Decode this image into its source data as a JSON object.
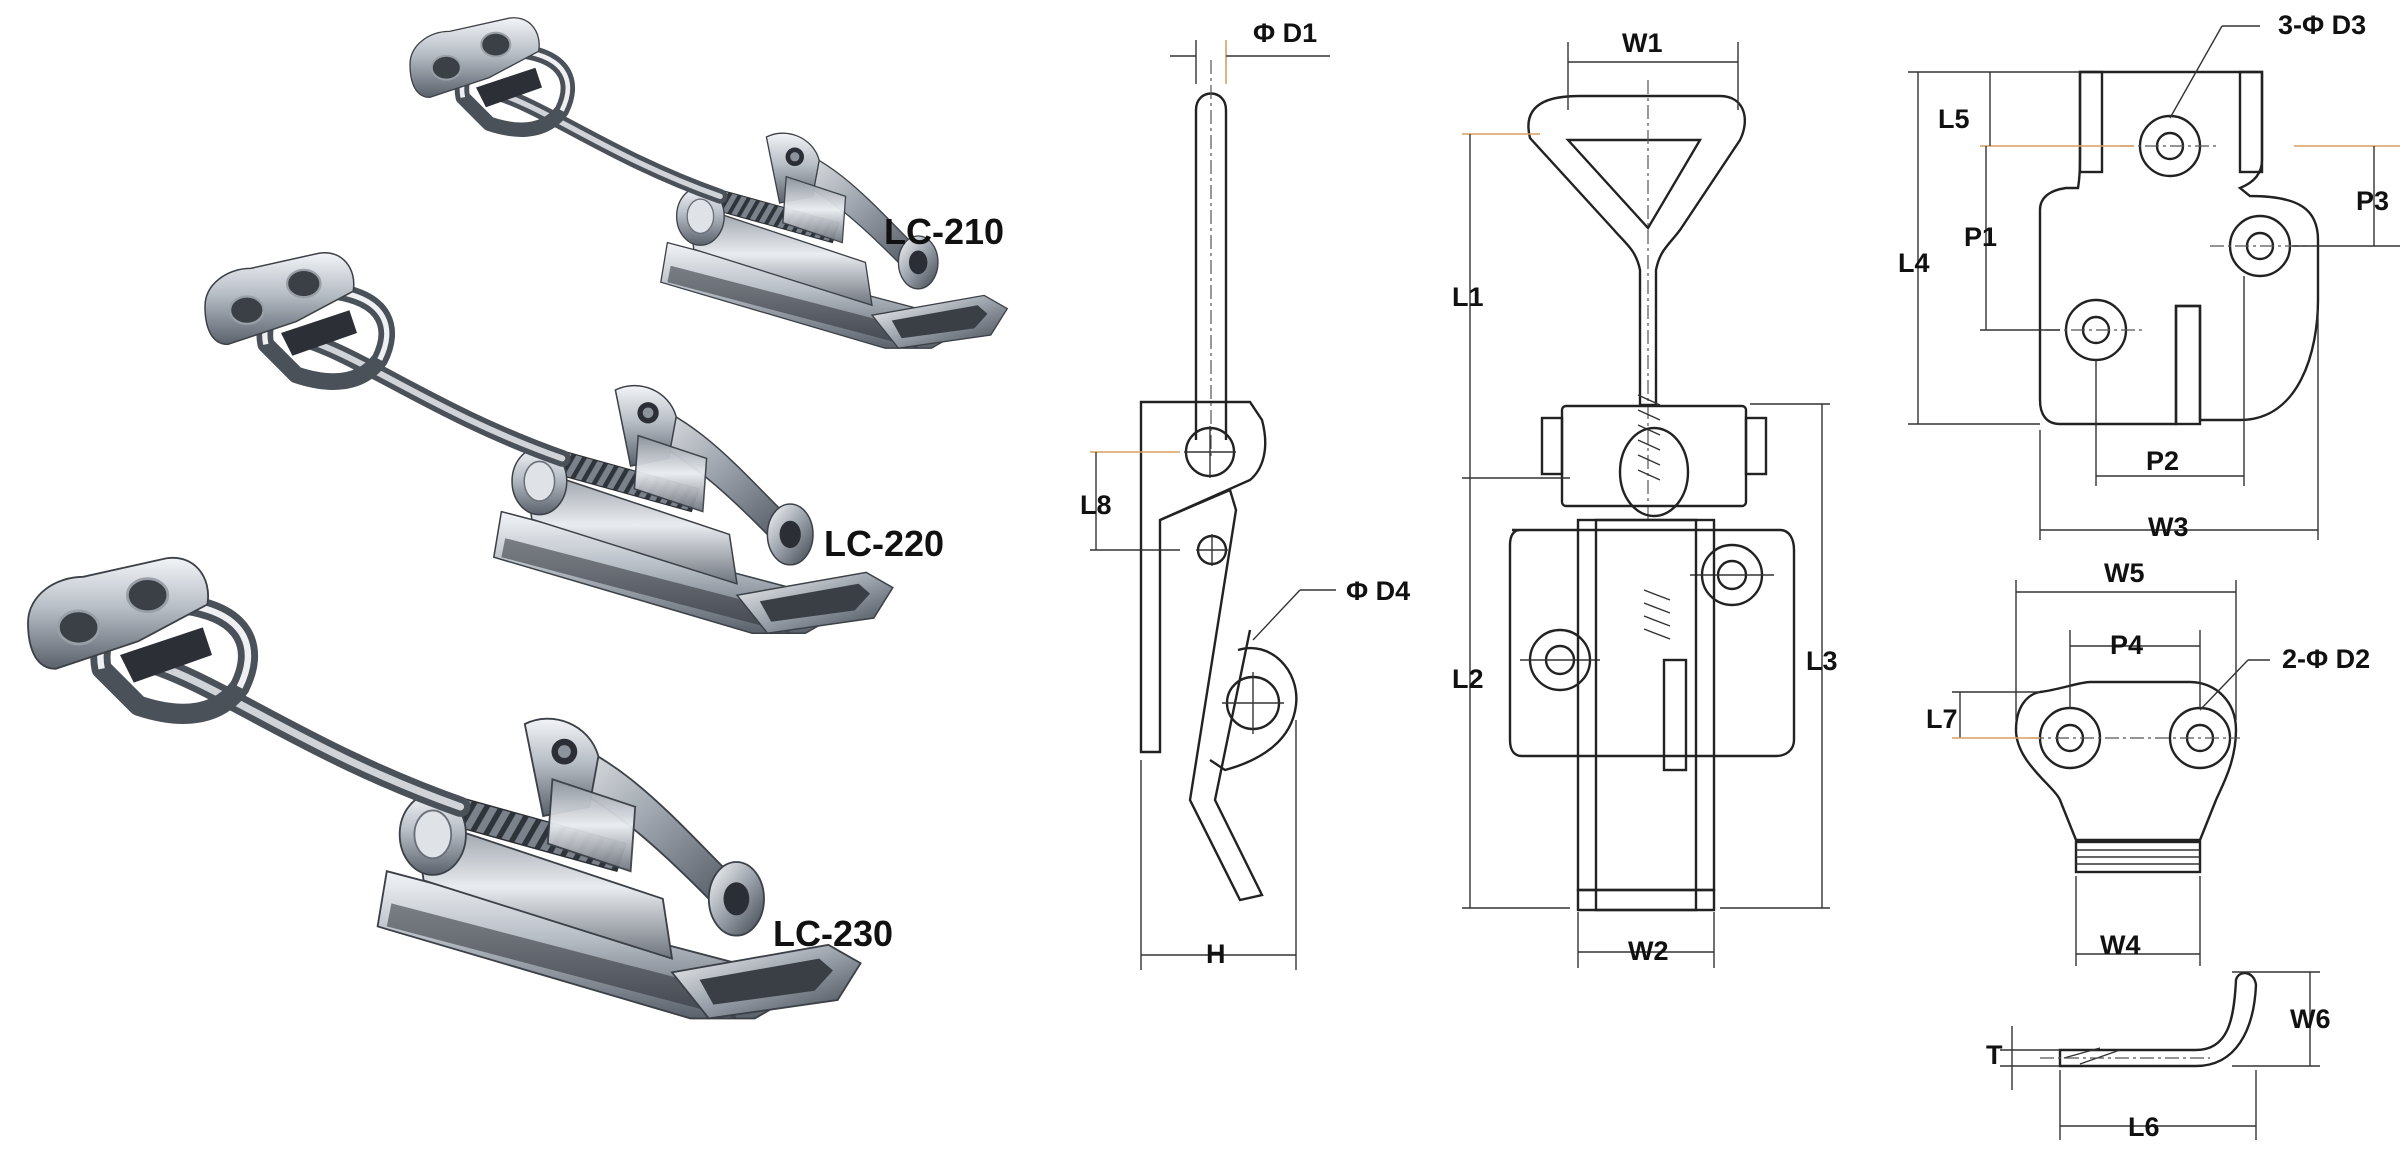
{
  "models": [
    "LC-210",
    "LC-220",
    "LC-230"
  ],
  "side_view": {
    "d1": "Φ D1",
    "l8": "L8",
    "d4": "Φ D4",
    "h": "H"
  },
  "front_view": {
    "w1": "W1",
    "l1": "L1",
    "l2": "L2",
    "l3": "L3",
    "w2": "W2"
  },
  "base_plate": {
    "holes": "3-Φ D3",
    "l5": "L5",
    "l4": "L4",
    "p1": "P1",
    "p3": "P3",
    "p2": "P2",
    "w3": "W3"
  },
  "catch_plate": {
    "w5": "W5",
    "p4": "P4",
    "holes": "2-Φ D2",
    "l7": "L7",
    "w4": "W4",
    "t": "T",
    "w6": "W6",
    "l6": "L6"
  },
  "colors": {
    "metal_light": "#e6e9ee",
    "metal_mid": "#a9afb8",
    "metal_dark": "#4c525a",
    "line": "#222222",
    "dim_accent": "#d9a060"
  }
}
